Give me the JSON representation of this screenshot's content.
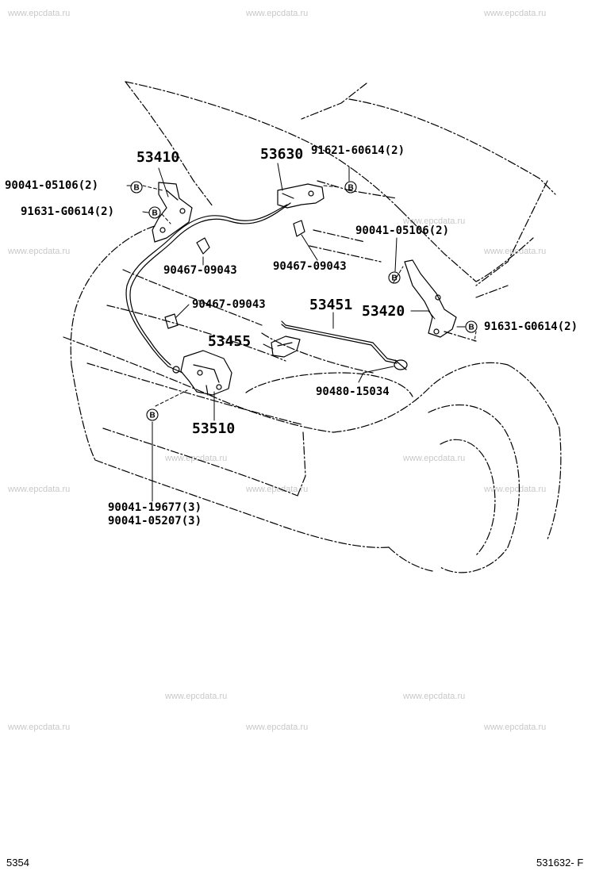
{
  "watermark": "www.epcdata.ru",
  "labels": {
    "p53410": "53410",
    "p53630": "53630",
    "p91621": "91621-60614(2)",
    "p90041a": "90041-05106(2)",
    "p91631a": "91631-G0614(2)",
    "p90041b": "90041-05106(2)",
    "p90467a": "90467-09043",
    "p90467b": "90467-09043",
    "p90467c": "90467-09043",
    "p53451": "53451",
    "p53420": "53420",
    "p91631b": "91631-G0614(2)",
    "p53455": "53455",
    "p90480": "90480-15034",
    "p53510": "53510",
    "p90041c": "90041-19677(3)",
    "p90041d": "90041-05207(3)"
  },
  "bolt_marker": "B",
  "footer": {
    "left": "5354",
    "right": "531632- F"
  }
}
